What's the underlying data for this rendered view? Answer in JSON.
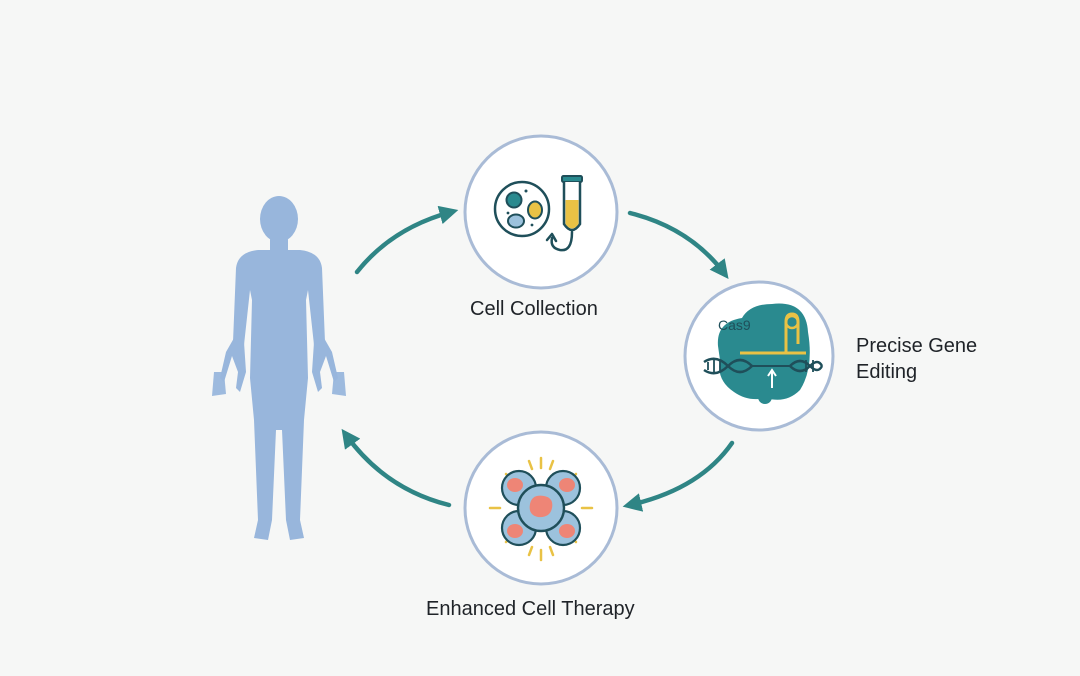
{
  "steps": {
    "collection": {
      "label": "Cell Collection"
    },
    "editing": {
      "label_line1": "Precise Gene",
      "label_line2": "Editing",
      "protein_label": "Cas9"
    },
    "therapy": {
      "label": "Enhanced Cell Therapy"
    }
  },
  "icons": {
    "patient": "human-figure-icon",
    "collection": "blood-cells-and-test-tube-icon",
    "editing": "cas9-dna-editing-icon",
    "therapy": "glowing-cell-cluster-icon",
    "arrow": "cycle-arrow-icon"
  },
  "colors": {
    "background": "#f6f7f6",
    "human": "#98b6dc",
    "arrow": "#2f8585",
    "circle_stroke": "#a9bbd6",
    "cas9": "#2a8a8f",
    "dark": "#1f4f5a",
    "yellow": "#e9c245",
    "coral": "#ee8576",
    "cell_blue": "#9cc2dd"
  }
}
